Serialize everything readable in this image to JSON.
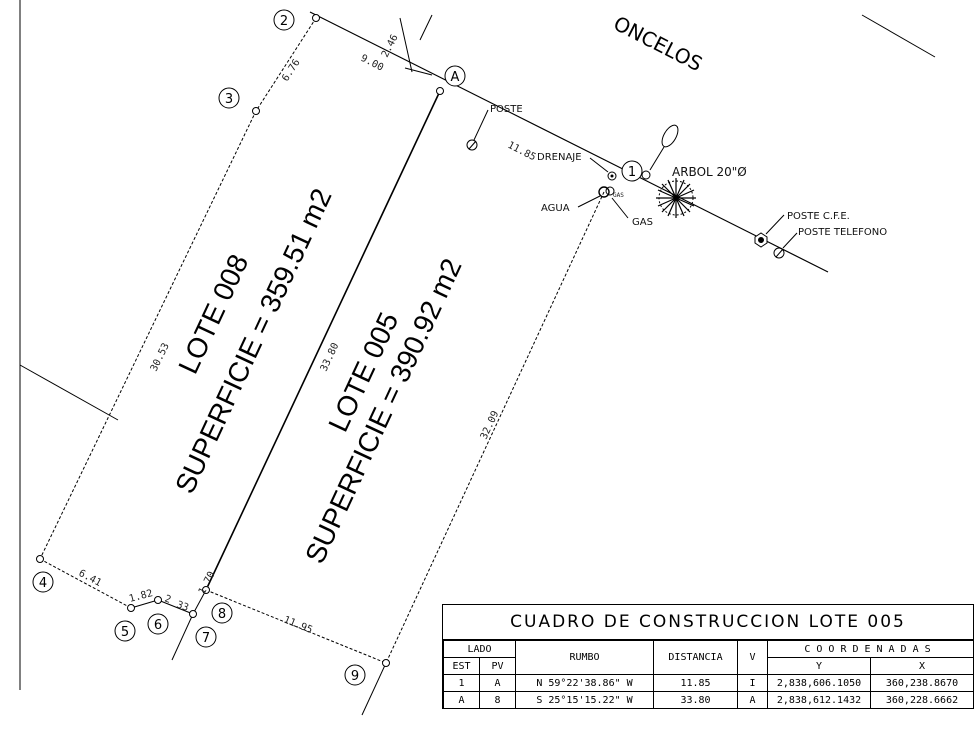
{
  "street": {
    "label": "ONCELOS"
  },
  "lots": [
    {
      "name": "LOTE 008",
      "area": "SUPERFICIE = 359.51 m2"
    },
    {
      "name": "LOTE 005",
      "area": "SUPERFICIE = 390.92 m2"
    }
  ],
  "dimensions": {
    "d_246": "2.46",
    "d_900": "9.00",
    "d_676": "6.76",
    "d_1185": "11.85",
    "d_3053": "30.53",
    "d_3380": "33.80",
    "d_3209": "32.09",
    "d_641": "6.41",
    "d_182": "1.82",
    "d_2": "2",
    "d_33": "33",
    "d_170": "1.70",
    "d_1195": "11.95"
  },
  "vertices": {
    "v2": "2",
    "v3": "3",
    "vA": "A",
    "v1": "1",
    "v4": "4",
    "v5": "5",
    "v6": "6",
    "v7": "7",
    "v8": "8",
    "v9": "9"
  },
  "labels": {
    "poste": "POSTE",
    "drenaje": "DRENAJE",
    "arbol": "ARBOL 20\"Ø",
    "agua": "AGUA",
    "gas": "GAS",
    "gas_small": "GAS",
    "poste_cfe": "POSTE C.F.E.",
    "poste_telefono": "POSTE TELEFONO"
  },
  "table": {
    "title": "CUADRO DE CONSTRUCCION LOTE 005",
    "h_lado": "LADO",
    "h_est": "EST",
    "h_pv": "PV",
    "h_rumbo": "RUMBO",
    "h_distancia": "DISTANCIA",
    "h_v": "V",
    "h_coordenadas": "COORDENADAS",
    "h_y": "Y",
    "h_x": "X",
    "rows": [
      {
        "est": "1",
        "pv": "A",
        "rumbo": "N 59°22'38.86\" W",
        "distancia": "11.85",
        "v": "I",
        "y": "2,838,606.1050",
        "x": "360,238.8670"
      },
      {
        "est": "A",
        "pv": "8",
        "rumbo": "S 25°15'15.22\" W",
        "distancia": "33.80",
        "v": "A",
        "y": "2,838,612.1432",
        "x": "360,228.6662"
      }
    ]
  }
}
